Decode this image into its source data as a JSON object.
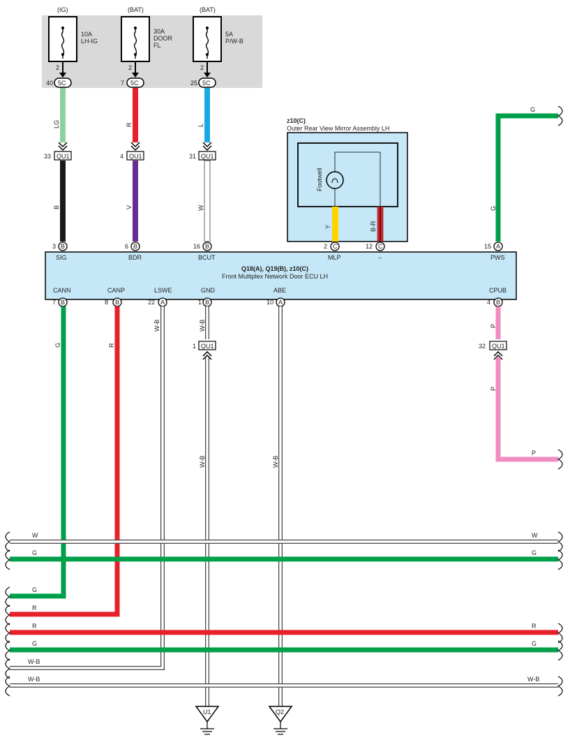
{
  "fuses": [
    {
      "source": "(IG)",
      "amp": "10A",
      "name": [
        "LH-IG"
      ],
      "fuse_pin": "2",
      "conn_pin": "40",
      "conn": "5C"
    },
    {
      "source": "(BAT)",
      "amp": "30A",
      "name": [
        "DOOR",
        "FL"
      ],
      "fuse_pin": "2",
      "conn_pin": "7",
      "conn": "5C"
    },
    {
      "source": "(BAT)",
      "amp": "5A",
      "name": [
        "P/W-B"
      ],
      "fuse_pin": "2",
      "conn_pin": "25",
      "conn": "5C"
    }
  ],
  "upper_wires": [
    {
      "color_code": "LG",
      "color": "#8fd0a0",
      "lower_code": "B",
      "lower_color": "#1a1a1a",
      "qu_pin": "33",
      "ecu_pin": "3",
      "ecu_conn": "B",
      "ecu_label": "SIG"
    },
    {
      "color_code": "R",
      "color": "#e8202a",
      "lower_code": "V",
      "lower_color": "#6a2c91",
      "qu_pin": "4",
      "ecu_pin": "6",
      "ecu_conn": "B",
      "ecu_label": "BDR"
    },
    {
      "color_code": "L",
      "color": "#1aa7e6",
      "lower_code": "W",
      "lower_color": "#ffffff",
      "qu_pin": "31",
      "ecu_pin": "16",
      "ecu_conn": "B",
      "ecu_label": "BCUT"
    }
  ],
  "qu_connector": "QU1",
  "mirror": {
    "code": "z10(C)",
    "name": "Outer Rear View Mirror Assembly LH",
    "lamp": "Footwell",
    "pins": [
      {
        "wire": "Y",
        "color": "#ffd400",
        "pin": "2",
        "conn": "C",
        "ecu_label": "MLP"
      },
      {
        "wire": "B-R",
        "color": "#e8202a",
        "pin": "12",
        "conn": "C",
        "ecu_label": "–"
      }
    ]
  },
  "pws": {
    "wire": "G",
    "color": "#00a04a",
    "pin": "15",
    "conn": "A",
    "ecu_label": "PWS"
  },
  "ecu": {
    "title": "Q18(A), Q19(B), z10(C)",
    "name": "Front Multiplex Network Door ECU LH"
  },
  "bottom_pins": [
    {
      "label": "CANN",
      "pin": "7",
      "conn": "B",
      "wire": "G"
    },
    {
      "label": "CANP",
      "pin": "8",
      "conn": "B",
      "wire": "R"
    },
    {
      "label": "LSWE",
      "pin": "22",
      "conn": "A",
      "wire": "W-B"
    },
    {
      "label": "GND",
      "pin": "1",
      "conn": "B",
      "wire": "W-B",
      "qu_pin": "1"
    },
    {
      "label": "ABE",
      "pin": "10",
      "conn": "A",
      "wire": "W-B"
    },
    {
      "label": "CPUB",
      "pin": "4",
      "conn": "B",
      "wire": "P",
      "qu_pin": "32"
    }
  ],
  "right_labels": {
    "g_top": "G",
    "p": "P"
  },
  "buses": [
    {
      "left": "W",
      "right": "W",
      "color": "#ffffff"
    },
    {
      "left": "G",
      "right": "G",
      "color": "#00a04a"
    },
    {
      "left": "G",
      "right": "",
      "color": "#00a04a"
    },
    {
      "left": "R",
      "right": "",
      "color": "#e8202a"
    },
    {
      "left": "R",
      "right": "R",
      "color": "#e8202a"
    },
    {
      "left": "G",
      "right": "G",
      "color": "#00a04a"
    },
    {
      "left": "W-B",
      "right": "",
      "color": "#ffffff"
    },
    {
      "left": "W-B",
      "right": "W-B",
      "color": "#ffffff"
    }
  ],
  "grounds": [
    {
      "label": "U1"
    },
    {
      "label": "Q2"
    }
  ],
  "colors": {
    "ecu_fill": "#c5e7f7",
    "fuse_box": "#d9d9d9",
    "green": "#00a04a",
    "pink": "#f08cc0"
  }
}
